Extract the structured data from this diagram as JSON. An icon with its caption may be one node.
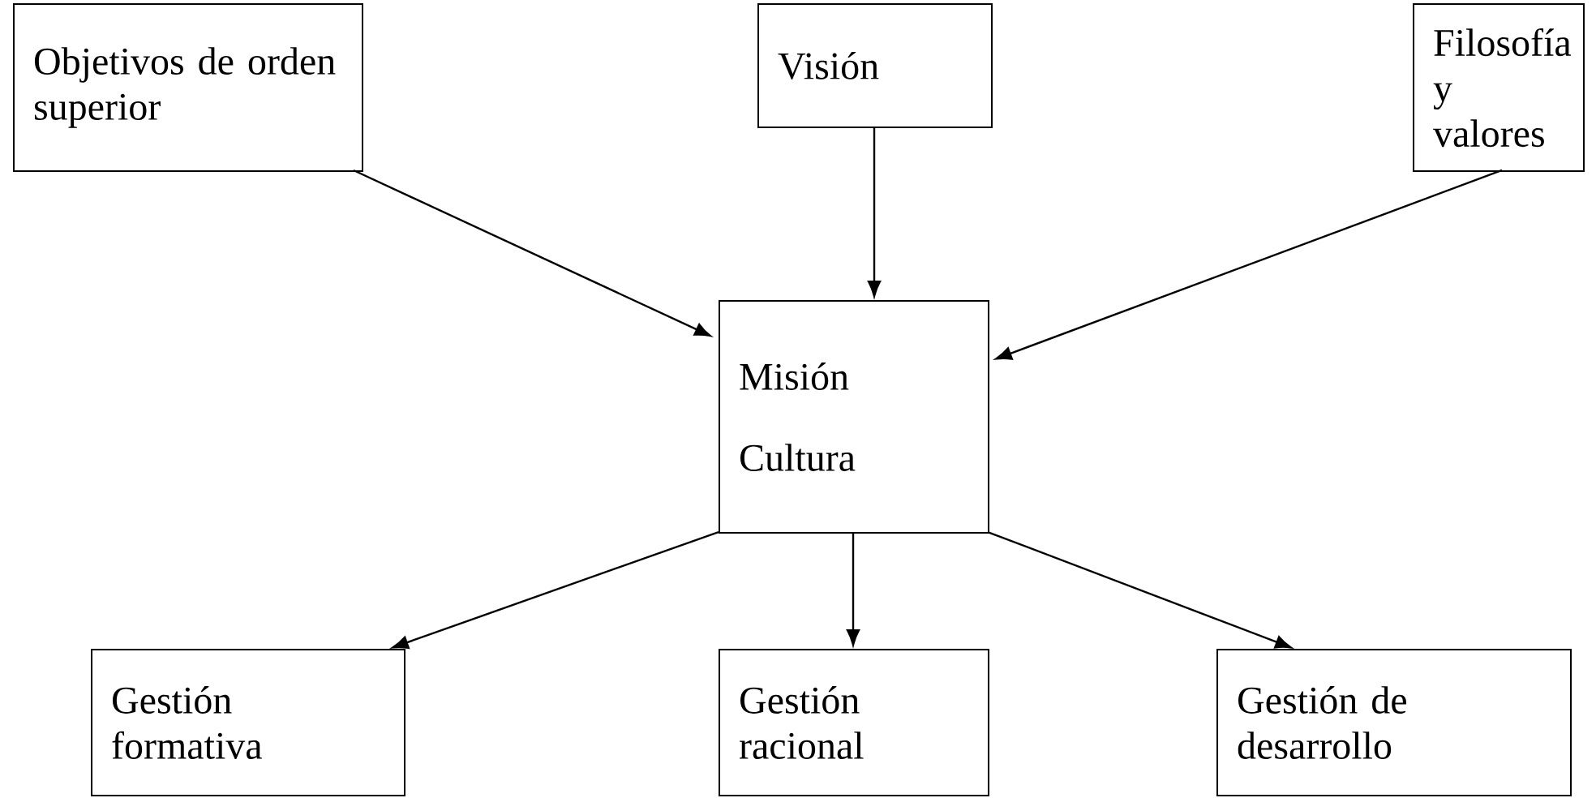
{
  "diagram": {
    "nodes": [
      {
        "text": [
          "Objetivos de orden superior"
        ]
      },
      {
        "text": [
          "Visión"
        ]
      },
      {
        "text": [
          "Filosofía y valores"
        ]
      },
      {
        "text": [
          "Misión",
          "Cultura"
        ]
      },
      {
        "text": [
          "Gestión formativa"
        ]
      },
      {
        "text": [
          "Gestión racional"
        ]
      },
      {
        "text": [
          "Gestión de desarrollo"
        ]
      }
    ],
    "edges": [
      {
        "from": 0,
        "to": 3,
        "arrow": "to"
      },
      {
        "from": 1,
        "to": 3,
        "arrow": "to"
      },
      {
        "from": 2,
        "to": 3,
        "arrow": "to"
      },
      {
        "from": 3,
        "to": 4,
        "arrow": "to"
      },
      {
        "from": 3,
        "to": 5,
        "arrow": "to"
      },
      {
        "from": 3,
        "to": 6,
        "arrow": "to"
      }
    ]
  }
}
